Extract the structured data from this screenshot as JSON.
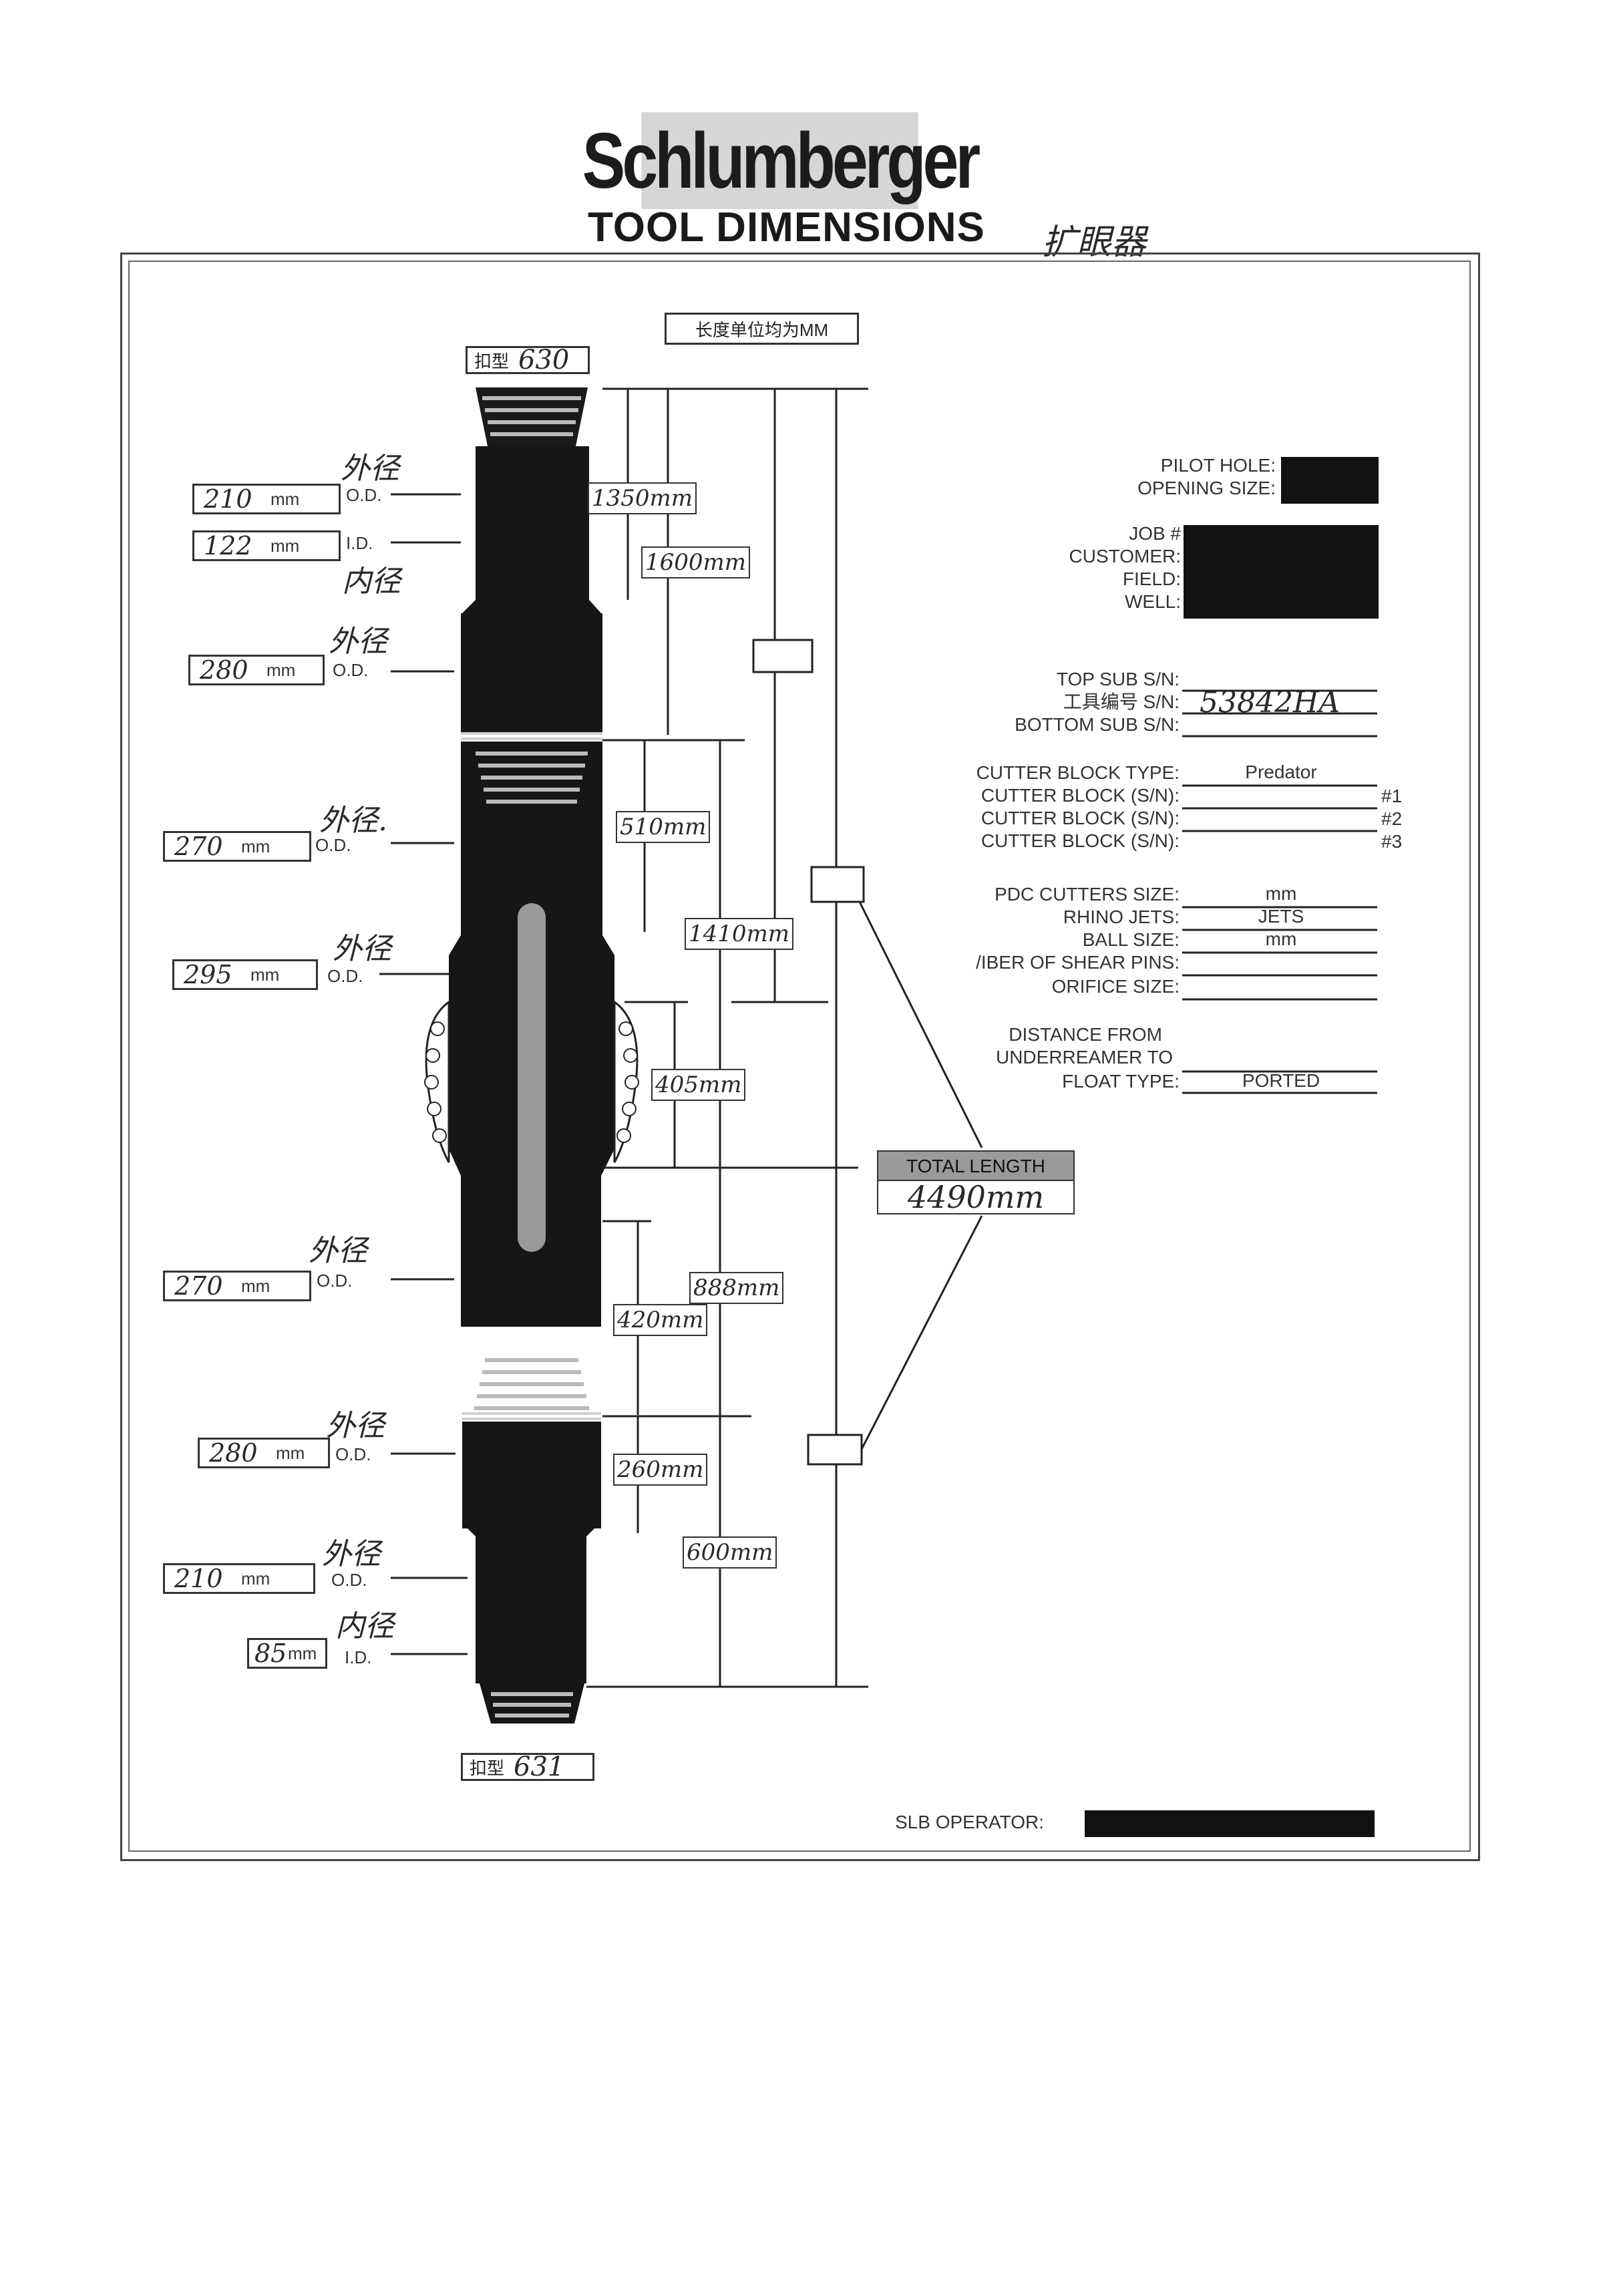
{
  "header": {
    "logo": "Schlumberger",
    "title": "TOOL DIMENSIONS",
    "title_handwritten": "扩眼器"
  },
  "unit_note": "长度单位均为MM",
  "top_thread": {
    "label": "扣型",
    "value": "630"
  },
  "bottom_thread": {
    "label": "扣型",
    "value": "631"
  },
  "left_dims": [
    {
      "value": "210",
      "unit": "mm",
      "label": "O.D.",
      "note": "外径"
    },
    {
      "value": "122",
      "unit": "mm",
      "label": "I.D.",
      "note": "内径"
    },
    {
      "value": "280",
      "unit": "mm",
      "label": "O.D.",
      "note": "外径"
    },
    {
      "value": "270",
      "unit": "mm",
      "label": "O.D.",
      "note": "外径."
    },
    {
      "value": "295",
      "unit": "mm",
      "label": "O.D.",
      "note": "外径"
    },
    {
      "value": "270",
      "unit": "mm",
      "label": "O.D.",
      "note": "外径"
    },
    {
      "value": "280",
      "unit": "mm",
      "label": "O.D.",
      "note": "外径"
    },
    {
      "value": "210",
      "unit": "mm",
      "label": "O.D.",
      "note": "外径"
    },
    {
      "value": "85",
      "unit": "mm",
      "label": "I.D.",
      "note": "内径"
    }
  ],
  "lengths": {
    "l1": "1350mm",
    "l2": "1600mm",
    "l3": "510mm",
    "l4": "1410mm",
    "l5": "405mm",
    "l6": "420mm",
    "l7": "888mm",
    "l8": "260mm",
    "l9": "600mm"
  },
  "total_length": {
    "label": "TOTAL LENGTH",
    "value": "4490mm"
  },
  "form": {
    "pilot_hole": "PILOT HOLE:",
    "opening_size": "OPENING SIZE:",
    "job": "JOB #",
    "customer": "CUSTOMER:",
    "field": "FIELD:",
    "well": "WELL:",
    "top_sub": "TOP SUB S/N:",
    "tool_sn": "工具编号 S/N:",
    "tool_sn_value": "53842HA",
    "bottom_sub": "BOTTOM SUB S/N:",
    "cutter_type": "CUTTER BLOCK TYPE:",
    "cutter_type_value": "Predator",
    "cutter_block_1": "CUTTER BLOCK (S/N):",
    "cutter_block_2": "CUTTER BLOCK (S/N):",
    "cutter_block_3": "CUTTER BLOCK (S/N):",
    "n1": "#1",
    "n2": "#2",
    "n3": "#3",
    "pdc": "PDC CUTTERS SIZE:",
    "pdc_value": "mm",
    "rhino": "RHINO JETS:",
    "rhino_value": "JETS",
    "ball": "BALL SIZE:",
    "ball_value": "mm",
    "shear": "/IBER OF SHEAR PINS:",
    "orifice": "ORIFICE SIZE:",
    "distance_1": "DISTANCE FROM",
    "distance_2": "UNDERREAMER TO",
    "float_type": "FLOAT TYPE:",
    "float_value": "PORTED",
    "operator": "SLB OPERATOR:"
  },
  "colors": {
    "tool_body": "#161616",
    "redaction": "#111111",
    "total_head": "#9a9a9a"
  }
}
